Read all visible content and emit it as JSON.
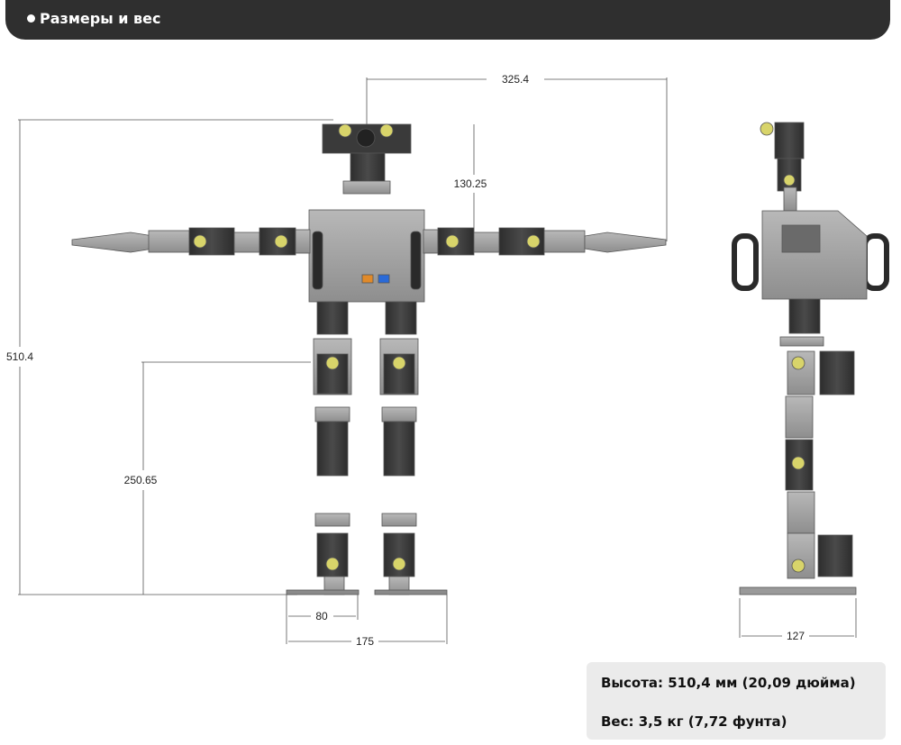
{
  "header": {
    "title": "Размеры и вес"
  },
  "dimensions": {
    "arm_span": "325.4",
    "head_height": "130.25",
    "total_height": "510.4",
    "leg_height": "250.65",
    "foot_width": "80",
    "stance_width": "175",
    "side_depth": "127"
  },
  "specs": {
    "height": "Высота: 510,4 мм (20,09 дюйма)",
    "weight": "Вес: 3,5 кг (7,72 фунта)"
  },
  "colors": {
    "header_bg": "#2f2f2f",
    "frame": "#9a9a9a",
    "servo": "#3a3a3a",
    "accent": "#d8d46a"
  }
}
